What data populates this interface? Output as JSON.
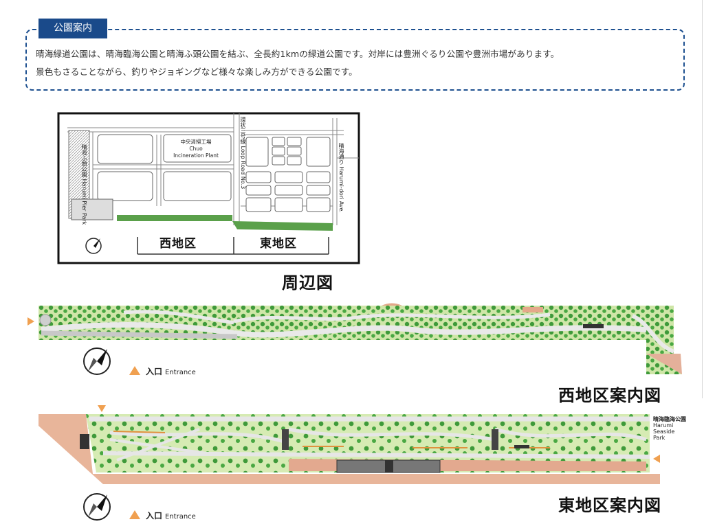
{
  "info": {
    "tab_label": "公園案内",
    "line1": "晴海緑道公園は、晴海臨海公園と晴海ふ頭公園を結ぶ、全長約1kmの緑道公園です。対岸には豊洲ぐるり公園や豊洲市場があります。",
    "line2": "景色もさることながら、釣りやジョギングなど様々な楽しみ方ができる公園です。"
  },
  "vicinity_map": {
    "title": "周辺図",
    "west_label": "西地区",
    "east_label": "東地区",
    "incineration_jp": "中央清掃工場",
    "incineration_en1": "Chuo",
    "incineration_en2": "Incineration Plant",
    "loop_road_jp": "環状三号線",
    "loop_road_en": "Loop Road No.3",
    "harumi_dori_jp": "晴海通り",
    "harumi_dori_en": "Harumi-dori Ave.",
    "pier_park_jp": "晴海ふ頭公園",
    "pier_park_en": "Harumi Pier Park"
  },
  "west_map": {
    "title": "西地区案内図",
    "entrance_jp": "入口",
    "entrance_en": "Entrance"
  },
  "east_map": {
    "title": "東地区案内図",
    "entrance_jp": "入口",
    "entrance_en": "Entrance",
    "seaside_jp": "晴海臨海公園",
    "seaside_en1": "Harumi",
    "seaside_en2": "Seaside",
    "seaside_en3": "Park"
  },
  "colors": {
    "accent": "#1a4a8a",
    "grass": "#cfe6a8",
    "tree": "#3f9a3a",
    "path": "#e8e8e8",
    "pavement": "#e8b59a",
    "entrance": "#f0a050"
  }
}
